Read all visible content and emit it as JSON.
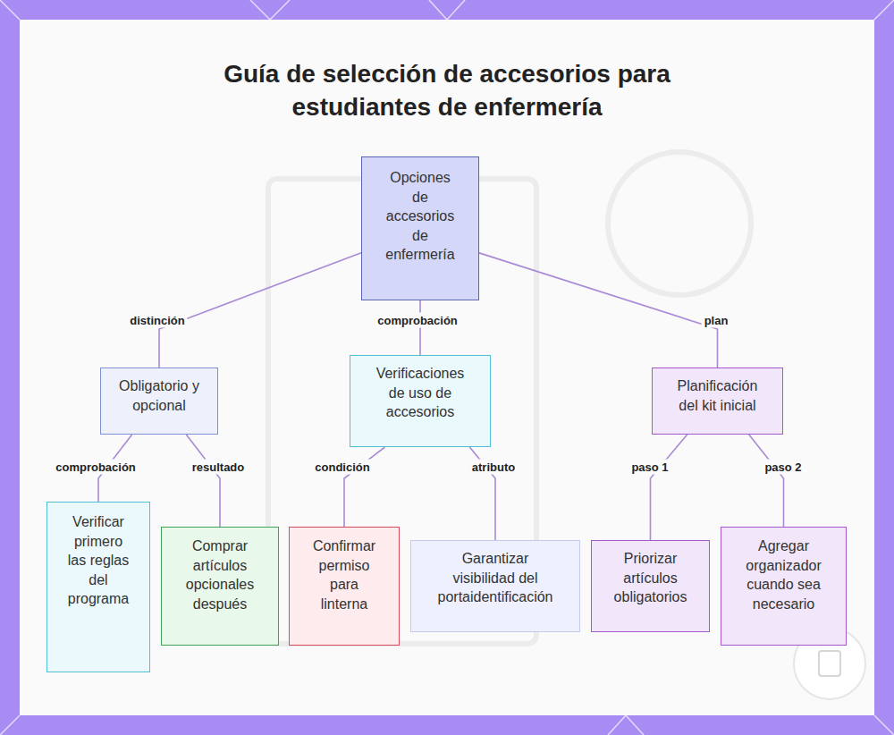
{
  "diagram": {
    "title": "Guía de selección de accesorios para estudiantes de enfermería",
    "nodes": [
      {
        "text": [
          "Opciones de accesorios de enfermería"
        ]
      },
      {
        "text": [
          "Obligatorio y opcional"
        ]
      },
      {
        "text": [
          "Verificaciones de uso de accesorios"
        ]
      },
      {
        "text": [
          "Planificación del kit inicial"
        ]
      },
      {
        "text": [
          "Verificar primero las reglas del programa"
        ]
      },
      {
        "text": [
          "Comprar artículos opcionales después"
        ]
      },
      {
        "text": [
          "Confirmar permiso para linterna"
        ]
      },
      {
        "text": [
          "Garantizar visibilidad del portaidentificación"
        ]
      },
      {
        "text": [
          "Priorizar artículos obligatorios"
        ]
      },
      {
        "text": [
          "Agregar organizador cuando sea necesario"
        ]
      }
    ],
    "edges": [
      {
        "from": 0,
        "to": 1,
        "label": "distinción",
        "arrow": "none"
      },
      {
        "from": 0,
        "to": 2,
        "label": "comprobación",
        "arrow": "none"
      },
      {
        "from": 0,
        "to": 3,
        "label": "plan",
        "arrow": "none"
      },
      {
        "from": 1,
        "to": 4,
        "label": "comprobación",
        "arrow": "none"
      },
      {
        "from": 1,
        "to": 5,
        "label": "resultado",
        "arrow": "none"
      },
      {
        "from": 2,
        "to": 6,
        "label": "condición",
        "arrow": "none"
      },
      {
        "from": 2,
        "to": 7,
        "label": "atributo",
        "arrow": "none"
      },
      {
        "from": 3,
        "to": 8,
        "label": "paso 1",
        "arrow": "none"
      },
      {
        "from": 3,
        "to": 9,
        "label": "paso 2",
        "arrow": "none"
      }
    ]
  }
}
